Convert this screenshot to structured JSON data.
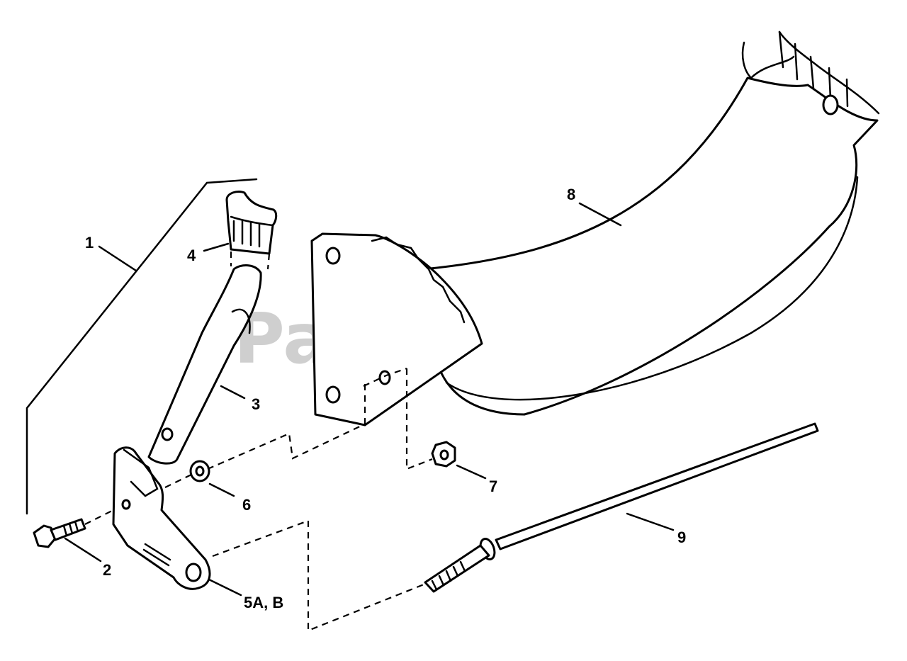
{
  "watermark": {
    "text": "PartsTree",
    "trademark": "™"
  },
  "callouts": {
    "c1": "1",
    "c2": "2",
    "c3": "3",
    "c4": "4",
    "c5": "5A, B",
    "c6": "6",
    "c7": "7",
    "c8": "8",
    "c9": "9"
  },
  "colors": {
    "ink": "#000000",
    "watermark": "#cfcfcf",
    "background": "#ffffff"
  }
}
